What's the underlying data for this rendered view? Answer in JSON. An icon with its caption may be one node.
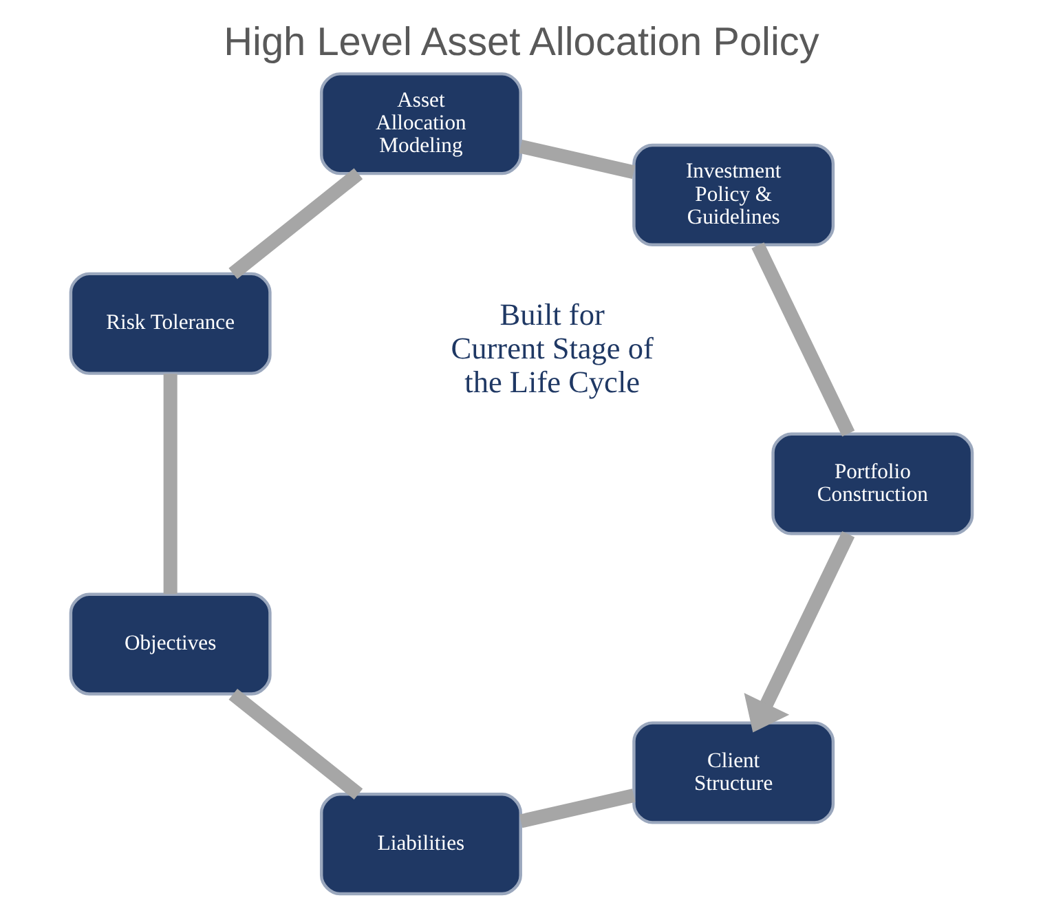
{
  "diagram": {
    "title": "High Level Asset Allocation Policy",
    "nodes": [
      {
        "text": [
          "Client Structure"
        ]
      },
      {
        "text": [
          "Liabilities"
        ]
      },
      {
        "text": [
          "Objectives"
        ]
      },
      {
        "text": [
          "Risk Tolerance"
        ]
      },
      {
        "text": [
          "Asset Allocation Modeling"
        ]
      },
      {
        "text": [
          "Investment Policy & Guidelines"
        ]
      },
      {
        "text": [
          "Portfolio Construction"
        ]
      }
    ],
    "edges": [
      {
        "from": 0,
        "to": 1,
        "arrow": "none"
      },
      {
        "from": 1,
        "to": 2,
        "arrow": "none"
      },
      {
        "from": 2,
        "to": 3,
        "arrow": "none"
      },
      {
        "from": 3,
        "to": 4,
        "arrow": "none"
      },
      {
        "from": 4,
        "to": 5,
        "arrow": "none"
      },
      {
        "from": 5,
        "to": 6,
        "arrow": "none"
      },
      {
        "from": 6,
        "to": 0,
        "arrow": "to"
      }
    ],
    "labels": [
      "Built for Current Stage of the Life Cycle"
    ]
  }
}
